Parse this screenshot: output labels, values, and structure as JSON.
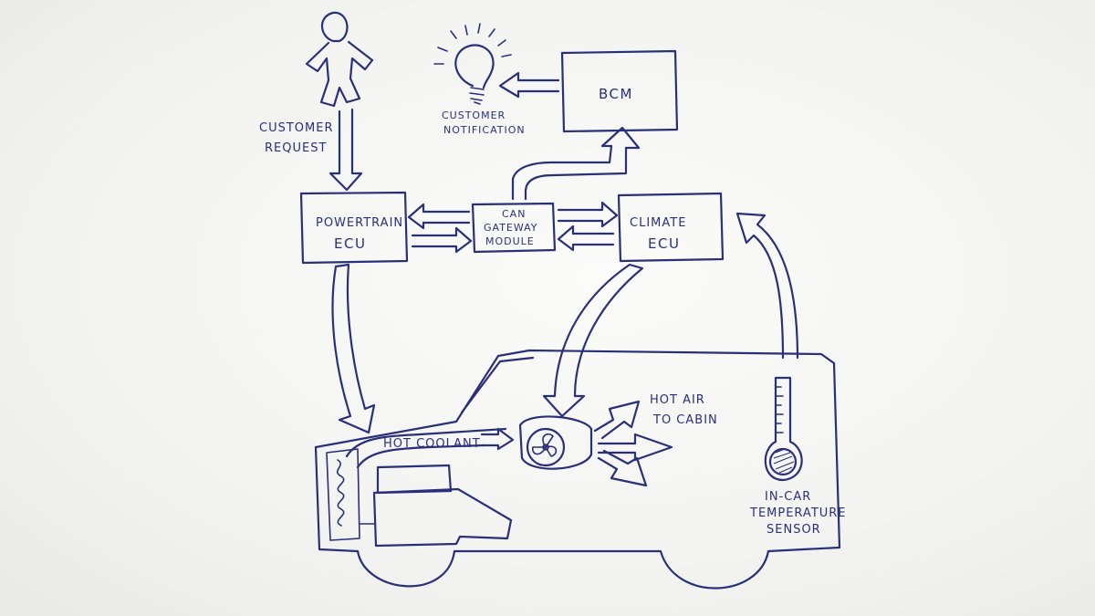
{
  "labels": {
    "customer_request": [
      "CUSTOMER",
      "REQUEST"
    ],
    "customer_notification": [
      "CUSTOMER",
      "NOTIFICATION"
    ],
    "bcm": "BCM",
    "powertrain_ecu": [
      "POWERTRAIN",
      "ECU"
    ],
    "can_gateway_module": [
      "CAN",
      "GATEWAY",
      "MODULE"
    ],
    "climate_ecu": [
      "CLIMATE",
      "ECU"
    ],
    "hot_coolant": "HOT COOLANT",
    "hot_air_to_cabin": [
      "HOT AIR",
      "TO CABIN"
    ],
    "in_car_temperature_sensor": [
      "IN-CAR",
      "TEMPERATURE",
      "SENSOR"
    ]
  },
  "colors": {
    "ink": "#2a2f7a",
    "paper": "#f4f4f2"
  },
  "icons": {
    "customer": "person-icon",
    "notification": "light-bulb-icon",
    "blower": "fan-icon",
    "sensor": "thermometer-icon"
  }
}
